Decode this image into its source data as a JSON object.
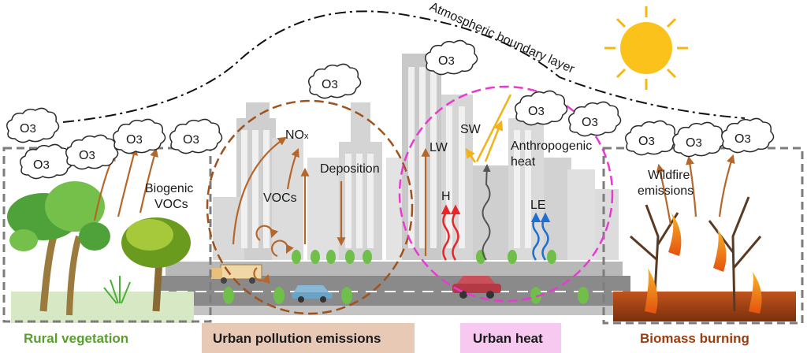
{
  "diagram": {
    "boundary_layer_label": "Atmospheric boundary layer",
    "ozone_label": "O3",
    "ozone_main": "O",
    "ozone_sub": "3",
    "labels": {
      "nox_main": "NO",
      "nox_sub": "x",
      "vocs": "VOCs",
      "deposition": "Deposition",
      "biogenic_line1": "Biogenic",
      "biogenic_line2": "VOCs",
      "lw": "LW",
      "sw": "SW",
      "h": "H",
      "le": "LE",
      "anthropogenic_line1": "Anthropogenic",
      "anthropogenic_line2": "heat",
      "wildfire_line1": "Wildfire",
      "wildfire_line2": "emissions"
    },
    "regions": {
      "rural": "Rural vegetation",
      "urban_pollution": "Urban pollution emissions",
      "urban_heat": "Urban heat",
      "biomass": "Biomass burning"
    },
    "colors": {
      "rural": "#5a9e2f",
      "urban_pollution_bg": "#e8c9b6",
      "urban_heat_bg": "#f7c8f0",
      "biomass": "#9c3d10",
      "arrow": "#b5662a",
      "circle_pollution": "#a0521d",
      "circle_heat": "#e83ad1",
      "h_wave": "#e8262a",
      "le_wave": "#1e6fd0",
      "sw": "#f2b21b"
    }
  }
}
